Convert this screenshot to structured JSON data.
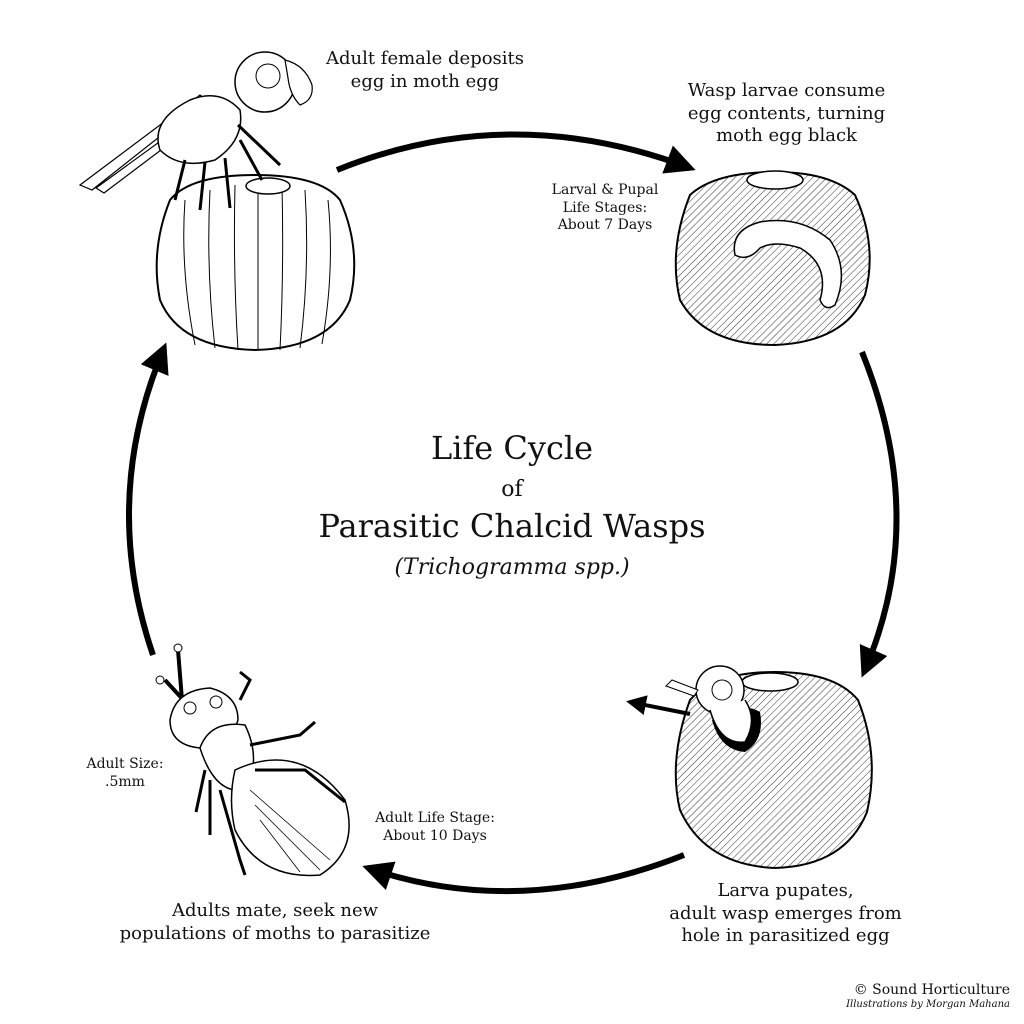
{
  "title": {
    "line1": "Life Cycle",
    "line2": "of",
    "line3": "Parasitic Chalcid Wasps",
    "species": "(Trichogramma spp.)"
  },
  "stages": {
    "top_left": "Adult female deposits\negg in moth egg",
    "top_right": "Wasp larvae consume\negg contents, turning\nmoth egg black",
    "bottom_right": "Larva pupates,\nadult wasp emerges from\nhole in parasitized egg",
    "bottom_left": "Adults mate, seek new\npopulations of moths to parasitize"
  },
  "notes": {
    "larval_pupal": "Larval & Pupal\nLife Stages:\nAbout 7 Days",
    "adult_life": "Adult Life Stage:\nAbout 10 Days",
    "adult_size": "Adult Size:\n.5mm"
  },
  "credits": {
    "copyright": "© Sound Horticulture",
    "illustrator": "Illustrations by Morgan Mahana"
  },
  "illustrations": [
    "adult-wasp-on-moth-egg",
    "larva-in-blackened-moth-egg",
    "wasp-emerging-from-egg",
    "adult-wasp-top-view"
  ]
}
